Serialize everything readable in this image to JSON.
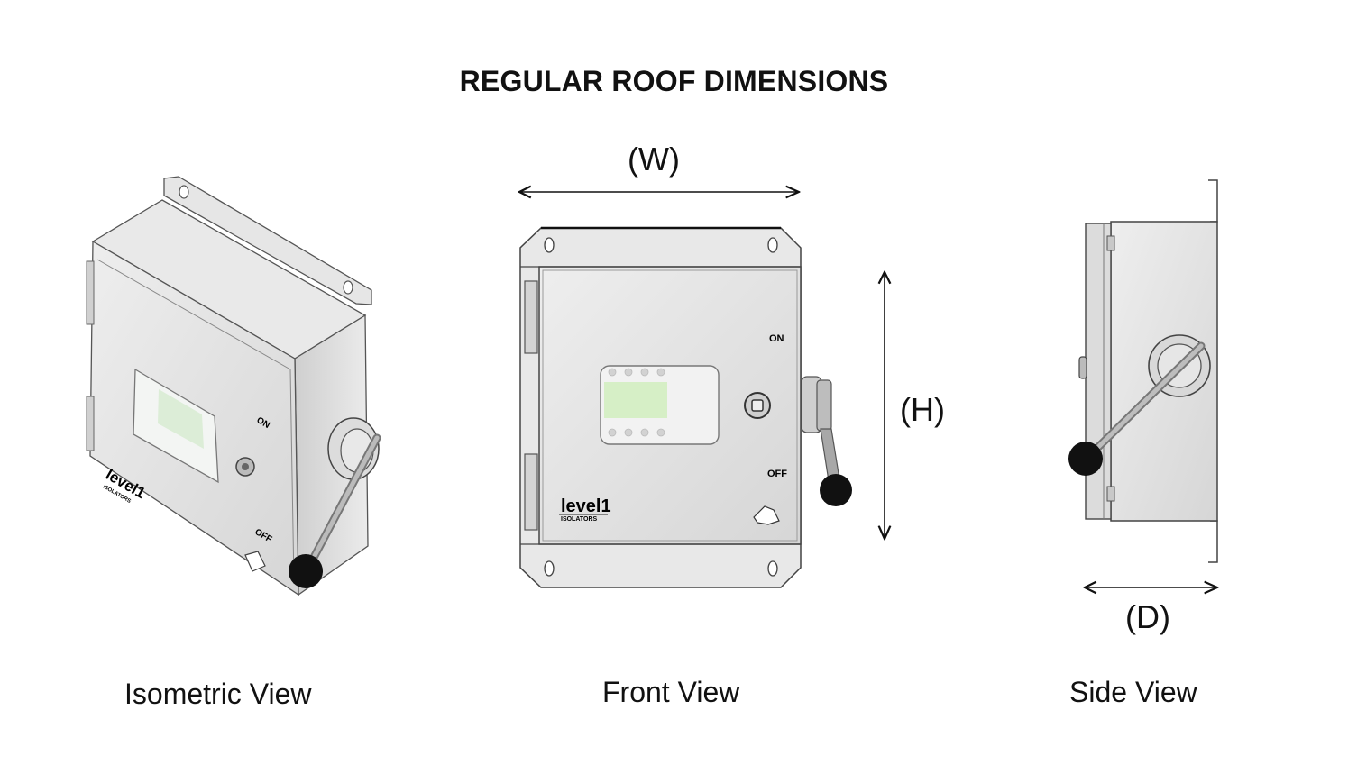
{
  "title": "REGULAR ROOF DIMENSIONS",
  "dimensions": {
    "width": "(W)",
    "height": "(H)",
    "depth": "(D)"
  },
  "views": {
    "isometric": "Isometric View",
    "front": "Front View",
    "side": "Side View"
  },
  "switch_labels": {
    "on": "ON",
    "off": "OFF"
  },
  "brand": {
    "logo_main": "level1",
    "logo_sub": "ISOLATORS"
  },
  "colors": {
    "enclosure": "#e3e3e3",
    "outline": "#555555",
    "handle_knob": "#111111",
    "window_green": "#cfe8c2"
  }
}
